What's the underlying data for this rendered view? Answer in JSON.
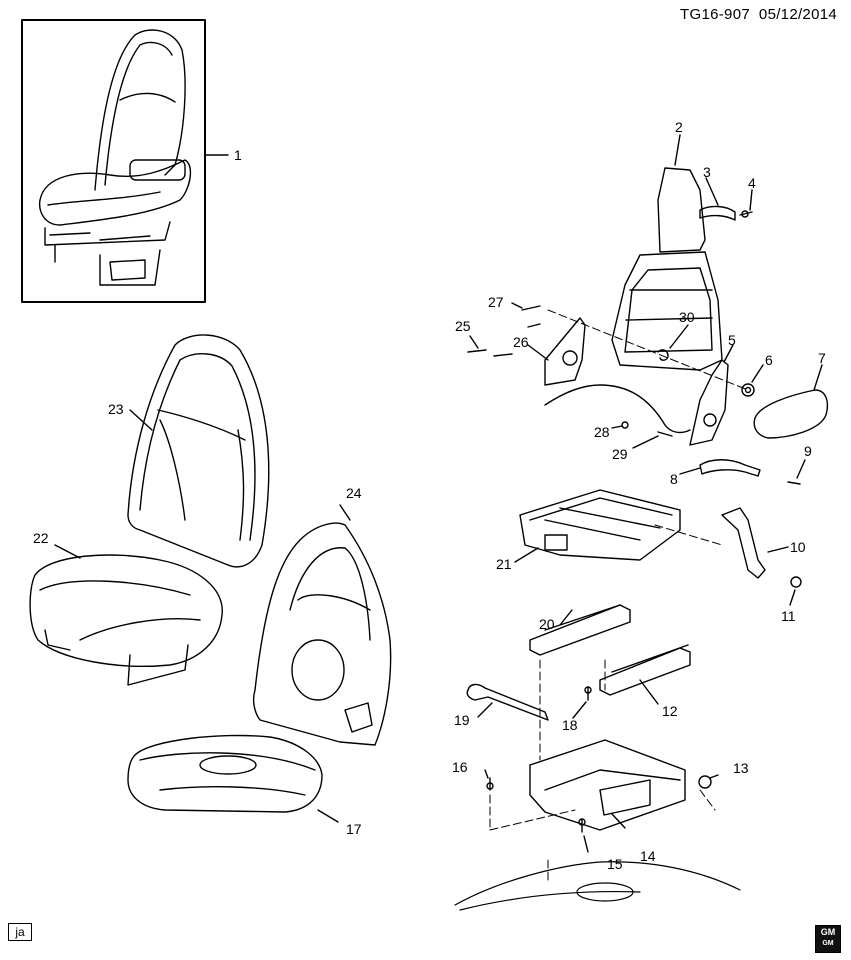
{
  "header": {
    "doc_id": "TG16-907",
    "date": "05/12/2014"
  },
  "callouts": {
    "c1": "1",
    "c2": "2",
    "c3": "3",
    "c4": "4",
    "c5": "5",
    "c6": "6",
    "c7": "7",
    "c8": "8",
    "c9": "9",
    "c10": "10",
    "c11": "11",
    "c12": "12",
    "c13": "13",
    "c14": "14",
    "c15": "15",
    "c16": "16",
    "c17": "17",
    "c18": "18",
    "c19": "19",
    "c20": "20",
    "c21": "21",
    "c22": "22",
    "c23": "23",
    "c24": "24",
    "c25": "25",
    "c26": "26",
    "c27": "27",
    "c28": "28",
    "c29": "29",
    "c30": "30"
  },
  "footer": {
    "tag": "ja",
    "logo_top": "GM",
    "logo_bottom": "GM"
  }
}
